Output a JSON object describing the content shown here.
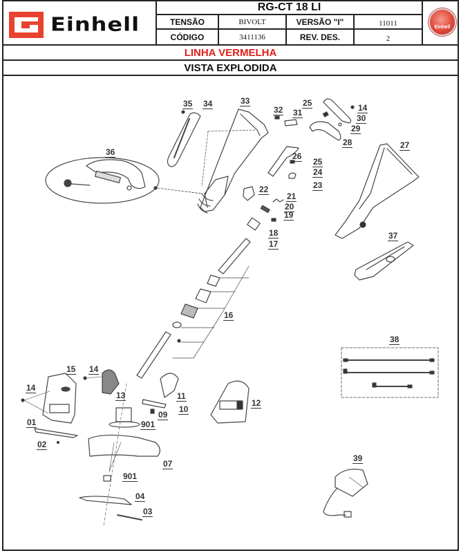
{
  "header": {
    "brand": "Einhell",
    "model": "RG-CT 18 LI",
    "fields": {
      "tensao_label": "TENSÃO",
      "tensao_value": "BIVOLT",
      "versao_label": "VERSÃO \"I\"",
      "versao_value": "11011",
      "codigo_label": "CÓDIGO",
      "codigo_value": "3411136",
      "rev_label": "REV. DES.",
      "rev_value": "2"
    },
    "badge_text": "Einhell",
    "line": "LINHA VERMELHA",
    "view": "VISTA EXPLODIDA"
  },
  "colors": {
    "brand_red": "#e8432e",
    "line_red": "#e0201a"
  },
  "parts": [
    {
      "id": "p35",
      "label": "35"
    },
    {
      "id": "p34",
      "label": "34"
    },
    {
      "id": "p33",
      "label": "33"
    },
    {
      "id": "p32",
      "label": "32"
    },
    {
      "id": "p31",
      "label": "31"
    },
    {
      "id": "p25a",
      "label": "25"
    },
    {
      "id": "p14a",
      "label": "14"
    },
    {
      "id": "p30",
      "label": "30"
    },
    {
      "id": "p29",
      "label": "29"
    },
    {
      "id": "p28",
      "label": "28"
    },
    {
      "id": "p27",
      "label": "27"
    },
    {
      "id": "p36",
      "label": "36"
    },
    {
      "id": "p26",
      "label": "26"
    },
    {
      "id": "p25b",
      "label": "25"
    },
    {
      "id": "p24",
      "label": "24"
    },
    {
      "id": "p23",
      "label": "23"
    },
    {
      "id": "p22",
      "label": "22"
    },
    {
      "id": "p21",
      "label": "21"
    },
    {
      "id": "p20",
      "label": "20"
    },
    {
      "id": "p19",
      "label": "19"
    },
    {
      "id": "p18",
      "label": "18"
    },
    {
      "id": "p17",
      "label": "17"
    },
    {
      "id": "p37",
      "label": "37"
    },
    {
      "id": "p16",
      "label": "16"
    },
    {
      "id": "p38",
      "label": "38"
    },
    {
      "id": "p15",
      "label": "15"
    },
    {
      "id": "p14b",
      "label": "14"
    },
    {
      "id": "p14c",
      "label": "14"
    },
    {
      "id": "p13",
      "label": "13"
    },
    {
      "id": "p11",
      "label": "11"
    },
    {
      "id": "p12",
      "label": "12"
    },
    {
      "id": "p10",
      "label": "10"
    },
    {
      "id": "p09",
      "label": "09"
    },
    {
      "id": "p901a",
      "label": "901"
    },
    {
      "id": "p01",
      "label": "01"
    },
    {
      "id": "p02",
      "label": "02"
    },
    {
      "id": "p07",
      "label": "07"
    },
    {
      "id": "p39",
      "label": "39"
    },
    {
      "id": "p901b",
      "label": "901"
    },
    {
      "id": "p04",
      "label": "04"
    },
    {
      "id": "p03",
      "label": "03"
    }
  ]
}
